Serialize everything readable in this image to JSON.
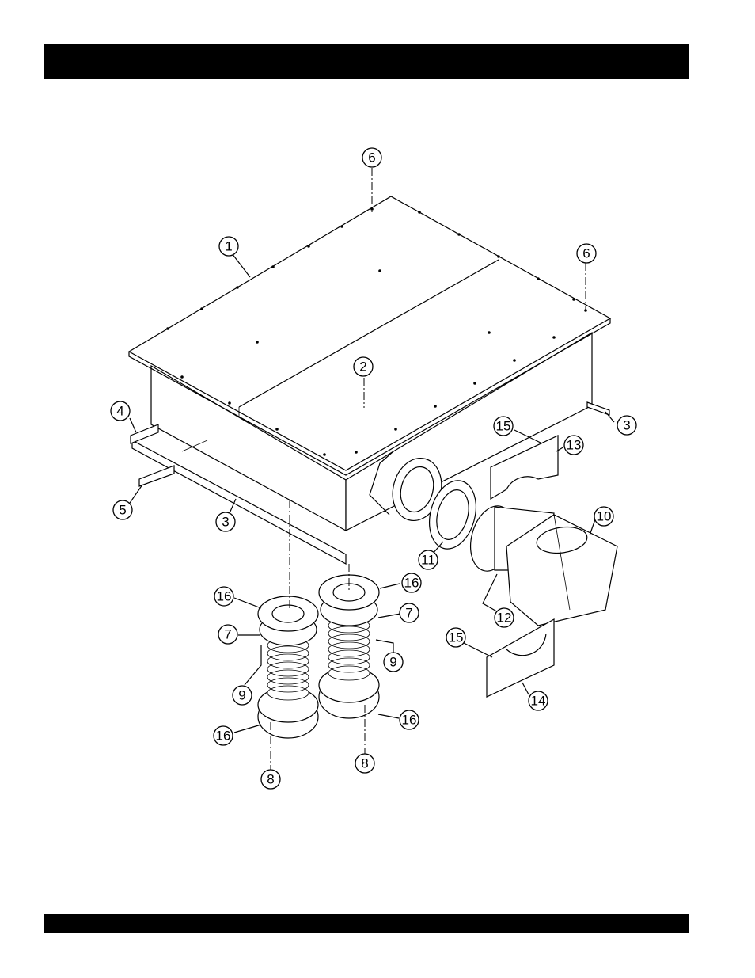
{
  "header_bar": {
    "color": "#000000",
    "text": ""
  },
  "footer_bar": {
    "color": "#000000",
    "text": ""
  },
  "diagram": {
    "callouts": [
      {
        "id": "c-6a",
        "label": "6"
      },
      {
        "id": "c-1",
        "label": "1"
      },
      {
        "id": "c-6b",
        "label": "6"
      },
      {
        "id": "c-2",
        "label": "2"
      },
      {
        "id": "c-4",
        "label": "4"
      },
      {
        "id": "c-3a",
        "label": "3"
      },
      {
        "id": "c-5",
        "label": "5"
      },
      {
        "id": "c-3b",
        "label": "3"
      },
      {
        "id": "c-15a",
        "label": "15"
      },
      {
        "id": "c-13",
        "label": "13"
      },
      {
        "id": "c-10",
        "label": "10"
      },
      {
        "id": "c-11",
        "label": "11"
      },
      {
        "id": "c-12",
        "label": "12"
      },
      {
        "id": "c-16a",
        "label": "16"
      },
      {
        "id": "c-16b",
        "label": "16"
      },
      {
        "id": "c-7a",
        "label": "7"
      },
      {
        "id": "c-7b",
        "label": "7"
      },
      {
        "id": "c-9a",
        "label": "9"
      },
      {
        "id": "c-9b",
        "label": "9"
      },
      {
        "id": "c-15b",
        "label": "15"
      },
      {
        "id": "c-14",
        "label": "14"
      },
      {
        "id": "c-16c",
        "label": "16"
      },
      {
        "id": "c-16d",
        "label": "16"
      },
      {
        "id": "c-8a",
        "label": "8"
      },
      {
        "id": "c-8b",
        "label": "8"
      }
    ]
  }
}
